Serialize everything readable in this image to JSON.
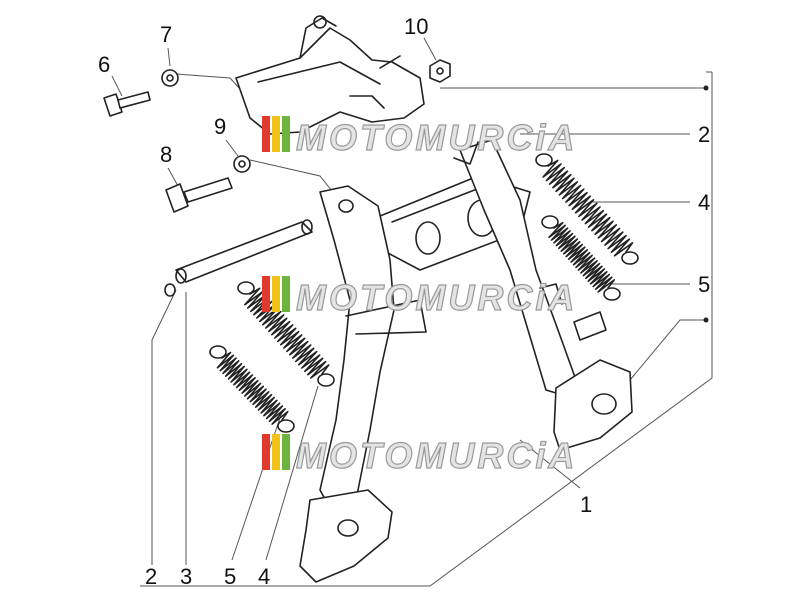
{
  "watermark": {
    "text": "MOTOMURCiA"
  },
  "callouts": {
    "c1": "1",
    "c2_top": "2",
    "c2_bottom": "2",
    "c3": "3",
    "c4_right": "4",
    "c4_bottom": "4",
    "c5_right": "5",
    "c5_bottom": "5",
    "c6": "6",
    "c7": "7",
    "c8": "8",
    "c9": "9",
    "c10": "10"
  },
  "colors": {
    "logo_red": "#e03a2f",
    "logo_yellow": "#f2c21b",
    "logo_green": "#6cb43f"
  }
}
